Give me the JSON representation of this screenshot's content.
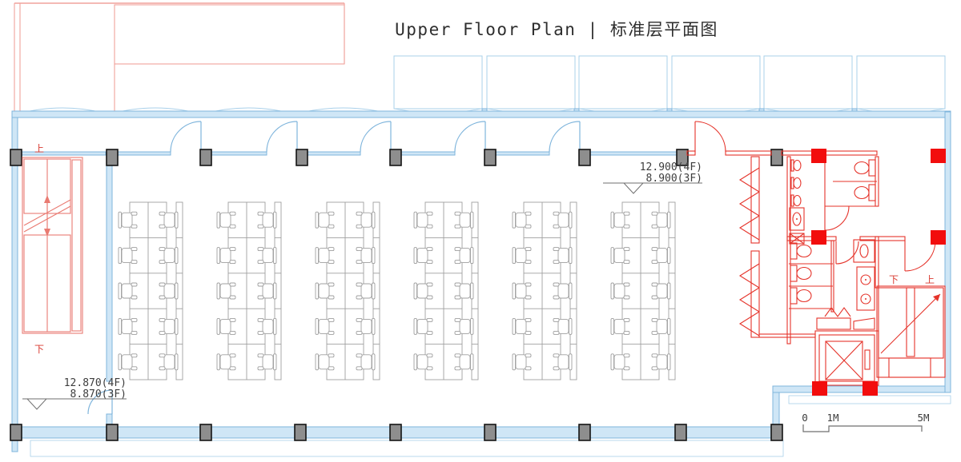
{
  "title": "Upper Floor Plan | 标准层平面图",
  "levels": {
    "right_line1": "12.900(4F)",
    "right_line2": "8.900(3F)",
    "left_line1": "12.870(4F)",
    "left_line2": "8.870(3F)"
  },
  "stair_left": {
    "up_label": "上",
    "down_label": "下"
  },
  "stair_right": {
    "up_label": "上",
    "down_label": "下"
  },
  "scale_bar": {
    "zero": "0",
    "one_m": "1M",
    "five_m": "5M"
  },
  "office": {
    "desk_clusters": 6,
    "desks_per_cluster": 10,
    "chairs_per_cluster": 10
  },
  "colors": {
    "wall_blue": "#7fb5dc",
    "light_blue": "#cfe6f6",
    "grid_blue": "#a9d0ea",
    "balcony_salmon": "#f0a29b",
    "stair_pink": "#e97b72",
    "bathroom_red": "#e5332a",
    "fill_red": "#f20d0d",
    "column_gray": "#8e8e8e",
    "desk_gray": "#9f9f9f",
    "text_dark": "#3d3d3d"
  }
}
